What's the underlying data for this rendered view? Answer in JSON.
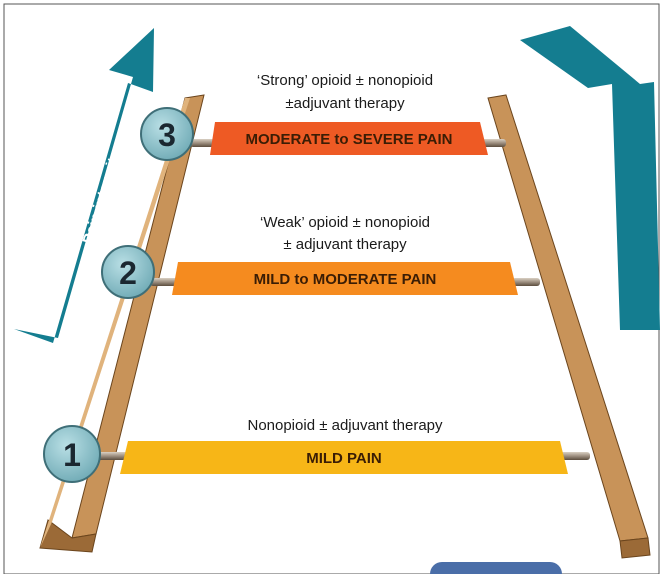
{
  "arrow_label": "Pain intensity",
  "steps": [
    {
      "number": "1",
      "rung_label": "MILD PAIN",
      "treatment": [
        "Nonopioid ± adjuvant therapy"
      ],
      "rung_color": "#f7b617"
    },
    {
      "number": "2",
      "rung_label": "MILD to MODERATE PAIN",
      "treatment": [
        "‘Weak’ opioid ± nonopioid",
        "± adjuvant therapy"
      ],
      "rung_color": "#f58b1f"
    },
    {
      "number": "3",
      "rung_label": "MODERATE to SEVERE PAIN",
      "treatment": [
        "‘Strong’ opioid ± nonopioid",
        "±adjuvant therapy"
      ],
      "rung_color": "#ee5a24"
    }
  ],
  "colors": {
    "arrow": "#147d90",
    "rail": "#b7834c",
    "circle": "#8fc3cc"
  }
}
